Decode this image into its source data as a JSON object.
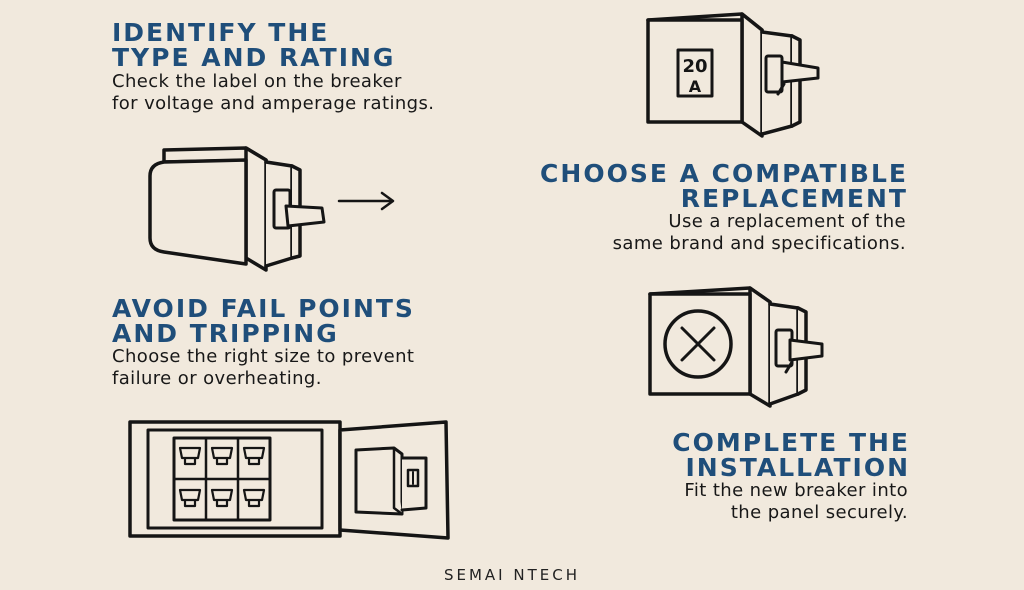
{
  "steps": [
    {
      "title_line1": "IDENTIFY THE",
      "title_line2": "TYPE AND RATING",
      "desc_line1": "Check the label on the breaker",
      "desc_line2": "for voltage and amperage ratings."
    },
    {
      "title_line1": "CHOOSE A COMPATIBLE",
      "title_line2": "REPLACEMENT",
      "desc_line1": "Use a replacement of the",
      "desc_line2": "same brand and specifications."
    },
    {
      "title_line1": "AVOID FAIL POINTS",
      "title_line2": "AND TRIPPING",
      "desc_line1": "Choose the right size to prevent",
      "desc_line2": "failure or overheating."
    },
    {
      "title_line1": "COMPLETE THE",
      "title_line2": "INSTALLATION",
      "desc_line1": "Fit the new breaker into",
      "desc_line2": "the panel securely."
    }
  ],
  "breaker_label": {
    "rating_number": "20",
    "rating_unit": "A"
  },
  "icons": {
    "step1": "rated-breaker-icon",
    "step2": "breaker-icon",
    "step2_arrow": "arrow-right-icon",
    "step3": "failed-breaker-icon",
    "step4": "breaker-panel-icon"
  },
  "colors": {
    "background": "#f1e9dd",
    "heading": "#1f4e7a",
    "body_text": "#181818"
  },
  "footer": {
    "brand": "SEMAI NTECH"
  }
}
